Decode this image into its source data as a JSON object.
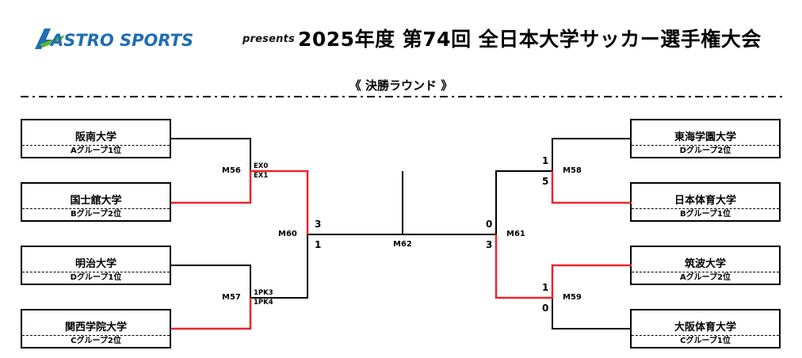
{
  "header": {
    "logo_text": "ASTRO SPORTS",
    "presents": "presents",
    "title": "2025年度 第74回 全日本大学サッカー選手権大会"
  },
  "subtitle": "《 決勝ラウンド 》",
  "colors": {
    "winner_line": "#e8262d",
    "line": "#000000",
    "logo_blue": "#1f6db3",
    "logo_green": "#5bb530"
  },
  "teams": {
    "left": [
      {
        "name": "阪南大学",
        "group": "Aグループ1位"
      },
      {
        "name": "国士舘大学",
        "group": "Bグループ2位"
      },
      {
        "name": "明治大学",
        "group": "Dグループ1位"
      },
      {
        "name": "関西学院大学",
        "group": "Cグループ2位"
      }
    ],
    "right": [
      {
        "name": "東海学園大学",
        "group": "Dグループ2位"
      },
      {
        "name": "日本体育大学",
        "group": "Bグループ1位"
      },
      {
        "name": "筑波大学",
        "group": "Aグループ2位"
      },
      {
        "name": "大阪体育大学",
        "group": "Cグループ1位"
      }
    ]
  },
  "matches": {
    "m56": {
      "label": "M56",
      "score_top": "EX0",
      "score_bottom": "EX1"
    },
    "m57": {
      "label": "M57",
      "score_top": "1PK3",
      "score_bottom": "1PK4"
    },
    "m58": {
      "label": "M58",
      "score_top": "1",
      "score_bottom": "5"
    },
    "m59": {
      "label": "M59",
      "score_top": "1",
      "score_bottom": "0"
    },
    "m60": {
      "label": "M60",
      "score_top": "3",
      "score_bottom": "1"
    },
    "m61": {
      "label": "M61",
      "score_top": "0",
      "score_bottom": "3"
    },
    "m62": {
      "label": "M62"
    }
  }
}
